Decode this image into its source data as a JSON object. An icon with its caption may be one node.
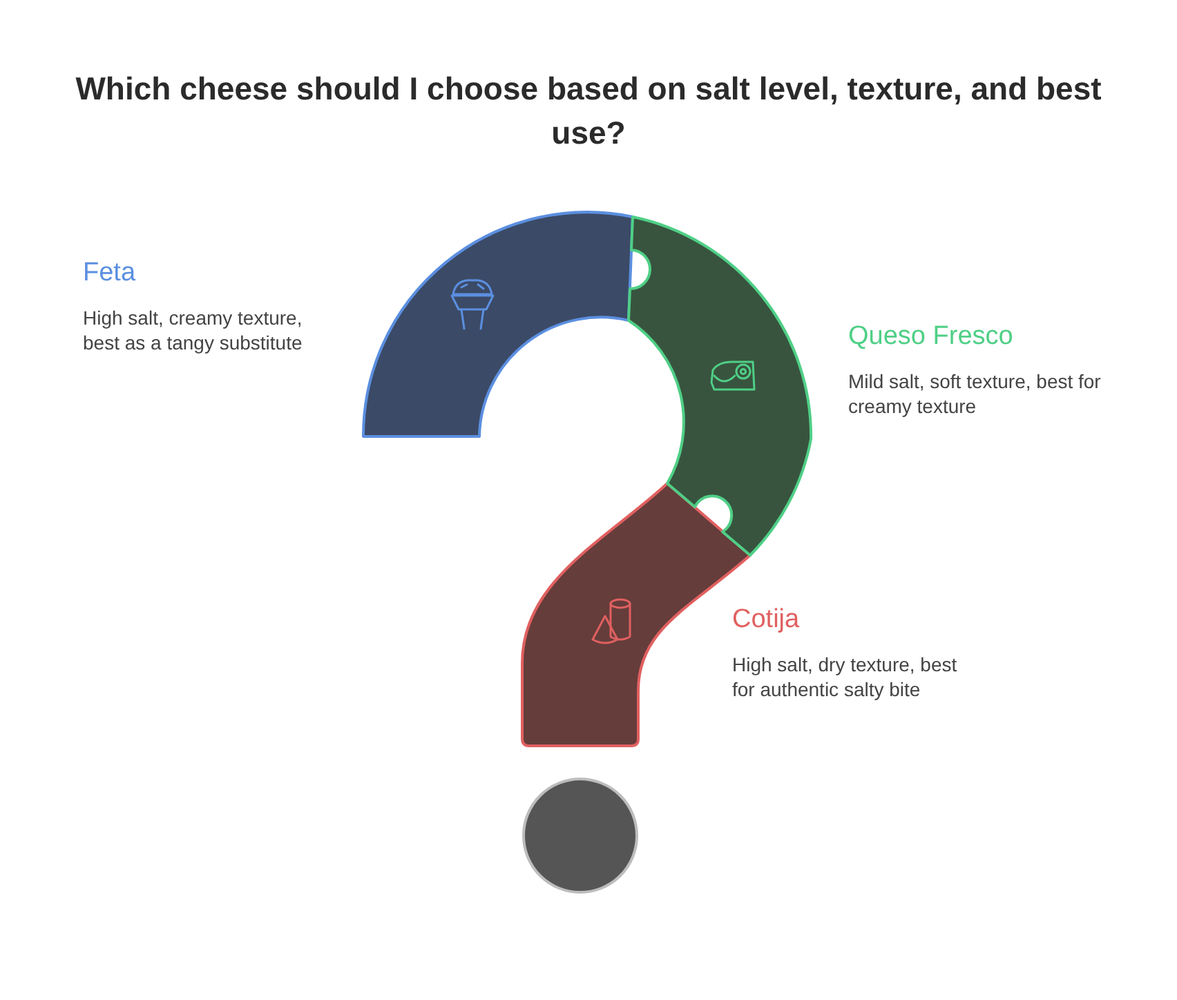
{
  "diagram": {
    "title": "Which cheese should I choose based on salt level, texture, and best use?",
    "nodes": [
      {
        "text": [
          "Feta",
          "High salt, creamy texture, best as a tangy substitute"
        ]
      },
      {
        "text": [
          "Queso Fresco",
          "Mild salt, soft texture, best for creamy texture"
        ]
      },
      {
        "text": [
          "Cotija",
          "High salt, dry texture, best for authentic salty bite"
        ]
      },
      {
        "text": [],
        "shape": "circle"
      }
    ]
  }
}
